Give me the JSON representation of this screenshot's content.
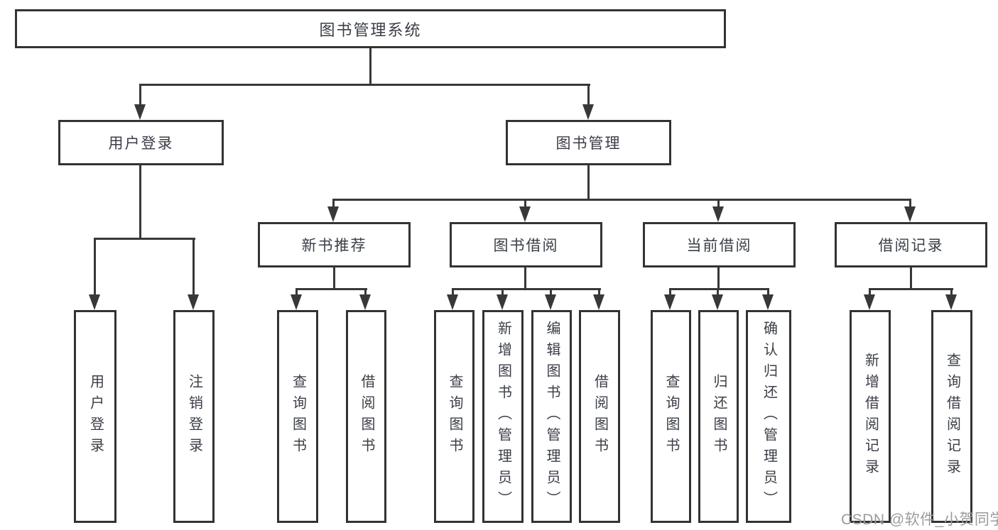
{
  "tree": {
    "root": {
      "label": "图书管理系统"
    },
    "children": [
      {
        "label": "用户登录",
        "children": [
          {
            "label": "用户登录"
          },
          {
            "label": "注销登录"
          }
        ]
      },
      {
        "label": "图书管理",
        "children": [
          {
            "label": "新书推荐",
            "children": [
              {
                "label": "查询图书"
              },
              {
                "label": "借阅图书"
              }
            ]
          },
          {
            "label": "图书借阅",
            "children": [
              {
                "label": "查询图书"
              },
              {
                "label": "新增图书（管理员）"
              },
              {
                "label": "编辑图书（管理员）"
              },
              {
                "label": "借阅图书"
              }
            ]
          },
          {
            "label": "当前借阅",
            "children": [
              {
                "label": "查询图书"
              },
              {
                "label": "归还图书"
              },
              {
                "label": "确认归还（管理员）"
              }
            ]
          },
          {
            "label": "借阅记录",
            "children": [
              {
                "label": "新增借阅记录"
              },
              {
                "label": "查询借阅记录"
              }
            ]
          }
        ]
      }
    ]
  },
  "watermark": {
    "text": "CSDN @软件_小贺同学"
  },
  "colors": {
    "background": "#ffffff",
    "box-border": "#333333",
    "line": "#383838",
    "text": "#3a3e46",
    "watermark": "#9b9b9b"
  }
}
